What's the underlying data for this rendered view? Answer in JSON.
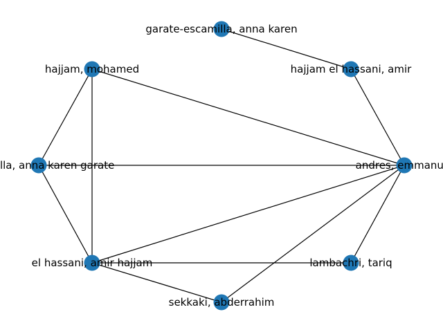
{
  "graph": {
    "node_color": "#1f77b4",
    "edge_color": "#000000",
    "nodes": [
      {
        "id": "garate",
        "label": "garate-escamilla, anna karen"
      },
      {
        "id": "hajjam_el",
        "label": "hajjam el hassani, amir"
      },
      {
        "id": "hajjam_m",
        "label": "hajjam, mohamed"
      },
      {
        "id": "escamilla",
        "label": "escamilla, anna karen garate"
      },
      {
        "id": "andres",
        "label": "andres, emmanuel"
      },
      {
        "id": "el_hassani",
        "label": "el hassani, amir hajjam"
      },
      {
        "id": "lambachri",
        "label": "lambachri, tariq"
      },
      {
        "id": "sekkaki",
        "label": "sekkaki, abderrahim"
      }
    ],
    "edges": [
      [
        "garate",
        "hajjam_el"
      ],
      [
        "hajjam_el",
        "andres"
      ],
      [
        "hajjam_m",
        "andres"
      ],
      [
        "hajjam_m",
        "escamilla"
      ],
      [
        "hajjam_m",
        "el_hassani"
      ],
      [
        "escamilla",
        "andres"
      ],
      [
        "escamilla",
        "el_hassani"
      ],
      [
        "andres",
        "el_hassani"
      ],
      [
        "andres",
        "lambachri"
      ],
      [
        "andres",
        "sekkaki"
      ],
      [
        "el_hassani",
        "lambachri"
      ],
      [
        "el_hassani",
        "sekkaki"
      ]
    ]
  }
}
